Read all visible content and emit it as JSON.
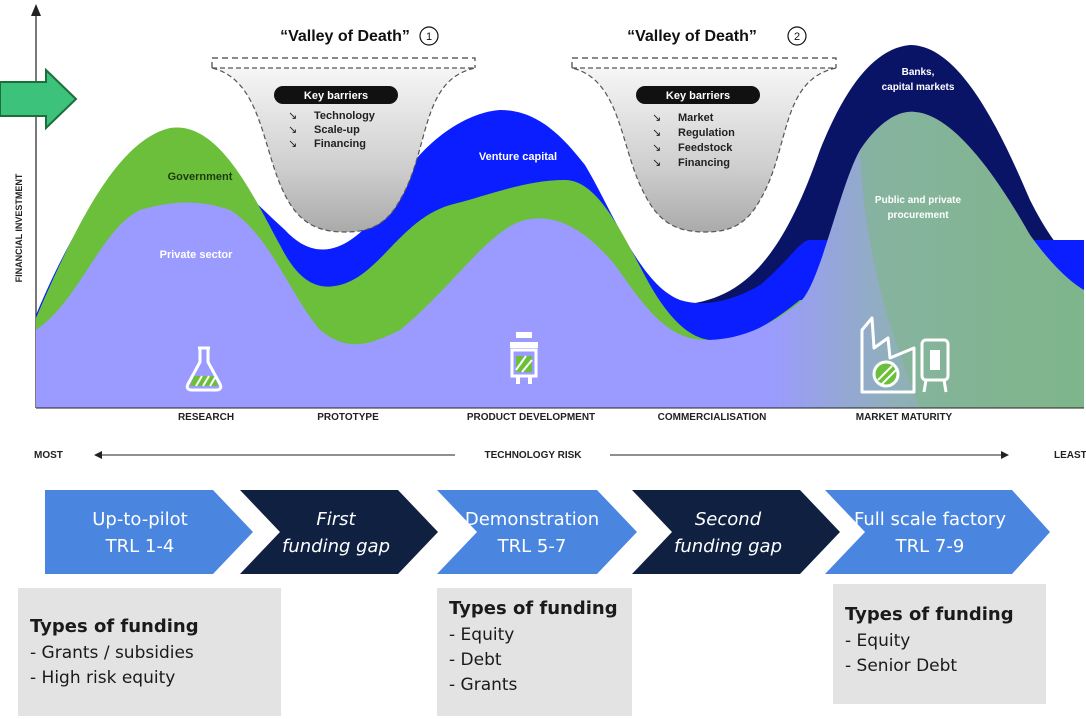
{
  "valleys": [
    {
      "title": "“Valley of Death”",
      "number": "1",
      "heading": "Key barriers",
      "barriers": [
        "Technology",
        "Scale-up",
        "Financing"
      ]
    },
    {
      "title": "“Valley of Death”",
      "number": "2",
      "heading": "Key barriers",
      "barriers": [
        "Market",
        "Regulation",
        "Feedstock",
        "Financing"
      ]
    }
  ],
  "bullet_glyph": "↘",
  "y_axis_label": "FINANCIAL INVESTMENT",
  "area_labels": {
    "government": "Government",
    "private_sector": "Private sector",
    "venture_capital": "Venture capital",
    "banks": "Banks,",
    "banks_2": "capital markets",
    "procurement": "Public and private",
    "procurement_2": "procurement"
  },
  "stages": [
    "RESEARCH",
    "PROTOTYPE",
    "PRODUCT DEVELOPMENT",
    "COMMERCIALISATION",
    "MARKET MATURITY"
  ],
  "risk_axis": {
    "left": "MOST",
    "center": "TECHNOLOGY RISK",
    "right": "LEAST"
  },
  "phases": [
    {
      "line1": "Up-to-pilot",
      "line2": "TRL 1-4"
    },
    {
      "line1": "First",
      "line2": "funding gap"
    },
    {
      "line1": "Demonstration",
      "line2": "TRL 5-7"
    },
    {
      "line1": "Second",
      "line2": "funding gap"
    },
    {
      "line1": "Full scale factory",
      "line2": "TRL 7-9"
    }
  ],
  "funding": [
    {
      "title": "Types of funding",
      "items": [
        "- Grants / subsidies",
        "- High risk equity"
      ]
    },
    {
      "title": "Types of funding",
      "items": [
        "- Equity",
        "- Debt",
        "- Grants"
      ]
    },
    {
      "title": "Types of funding",
      "items": [
        "- Equity",
        "- Senior Debt"
      ]
    }
  ],
  "colors": {
    "private": "#9b9bff",
    "government": "#6cbf3a",
    "venture": "#0a1eff",
    "banks": "#0a1466",
    "procurement": "#7fb58a",
    "phase_light": "#4a86e0",
    "phase_dark": "#0f2040",
    "callout_arrow": "#3cc27a"
  }
}
